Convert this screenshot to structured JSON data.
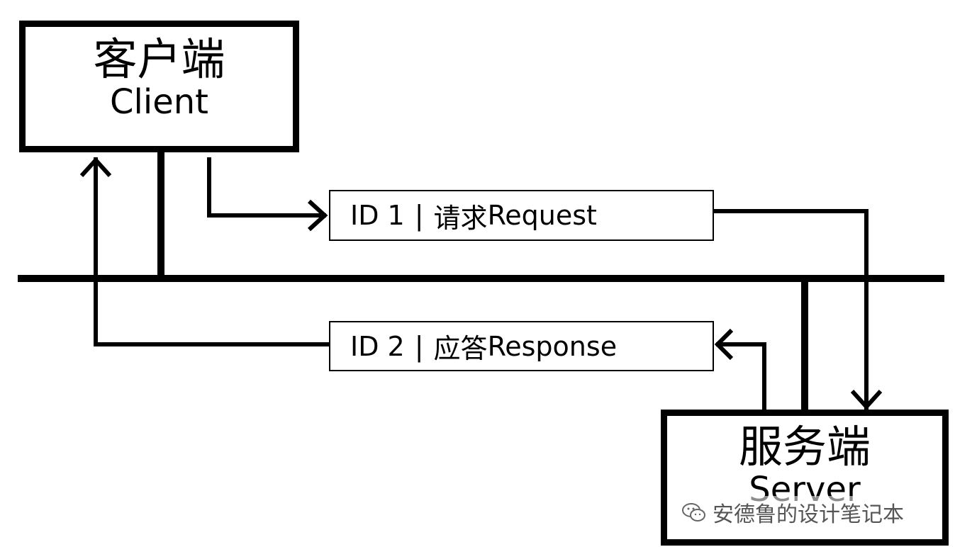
{
  "client": {
    "zh": "客户端",
    "en": "Client"
  },
  "server": {
    "zh": "服务端",
    "en": "Server"
  },
  "request": {
    "id": "ID 1",
    "sep": "|",
    "zh": "请求",
    "en": "Request"
  },
  "response": {
    "id": "ID 2",
    "sep": "|",
    "zh": "应答",
    "en": "Response"
  },
  "watermark": {
    "text": "安德鲁的设计笔记本",
    "icon": "wechat-icon"
  }
}
